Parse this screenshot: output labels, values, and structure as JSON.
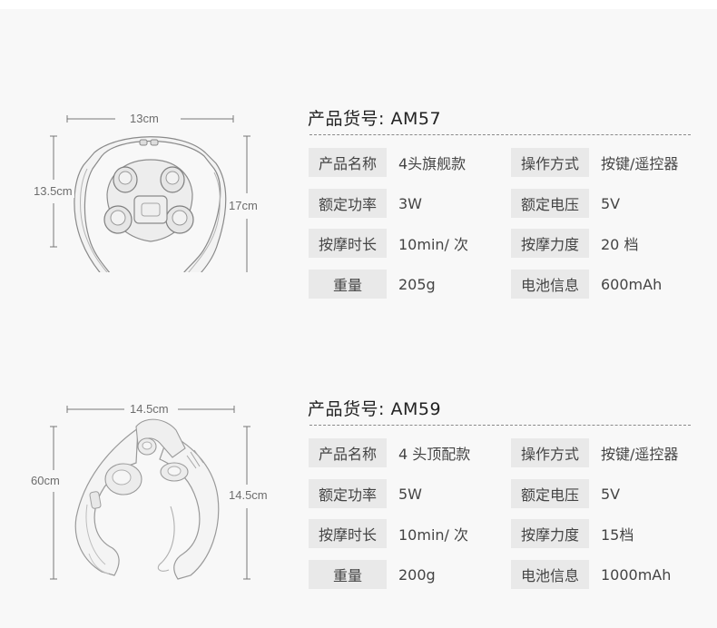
{
  "products": [
    {
      "title_label": "产品货号",
      "title_sep": ": ",
      "model": "AM57",
      "dims": {
        "width": "13cm",
        "height_left": "13.5cm",
        "height_right": "17cm"
      },
      "specs": [
        {
          "k1": "产品名称",
          "v1": "4头旗舰款",
          "k2": "操作方式",
          "v2": "按键/遥控器"
        },
        {
          "k1": "额定功率",
          "v1": "3W",
          "k2": "额定电压",
          "v2": "5V"
        },
        {
          "k1": "按摩时长",
          "v1": "10min/ 次",
          "k2": "按摩力度",
          "v2": "20 档"
        },
        {
          "k1": "重量",
          "v1": "205g",
          "k2": "电池信息",
          "v2": "600mAh"
        }
      ]
    },
    {
      "title_label": "产品货号",
      "title_sep": ": ",
      "model": "AM59",
      "dims": {
        "width": "14.5cm",
        "height_left": "60cm",
        "height_right": "14.5cm"
      },
      "specs": [
        {
          "k1": "产品名称",
          "v1": "4 头顶配款",
          "k2": "操作方式",
          "v2": "按键/遥控器"
        },
        {
          "k1": "额定功率",
          "v1": "5W",
          "k2": "额定电压",
          "v2": "5V"
        },
        {
          "k1": "按摩时长",
          "v1": "10min/ 次",
          "k2": "按摩力度",
          "v2": "15档"
        },
        {
          "k1": "重量",
          "v1": "200g",
          "k2": "电池信息",
          "v2": "1000mAh"
        }
      ]
    }
  ]
}
